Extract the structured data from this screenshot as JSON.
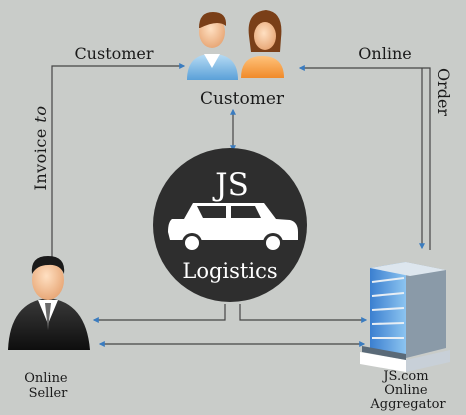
{
  "colors": {
    "background": "#c9ccc9",
    "line": "#454545",
    "arrow": "#3a7cc0",
    "hub": "#2e2e2e",
    "hub_text": "#ffffff",
    "label": "#1a1a1a"
  },
  "edges": {
    "invoice_word": "Invoice",
    "invoice_to": "to",
    "invoice_customer": "Customer",
    "online": "Online",
    "order": "Order"
  },
  "nodes": {
    "customer": {
      "label": "Customer",
      "icon": "customer-couple-icon"
    },
    "hub": {
      "title": "JS",
      "subtitle": "Logistics",
      "icon": "car-icon"
    },
    "seller": {
      "line1": "Online",
      "line2": "Seller",
      "icon": "businessman-icon"
    },
    "aggregator": {
      "line1": "JS.com",
      "line2": "Online",
      "line3": "Aggregator",
      "icon": "office-building-icon"
    }
  }
}
